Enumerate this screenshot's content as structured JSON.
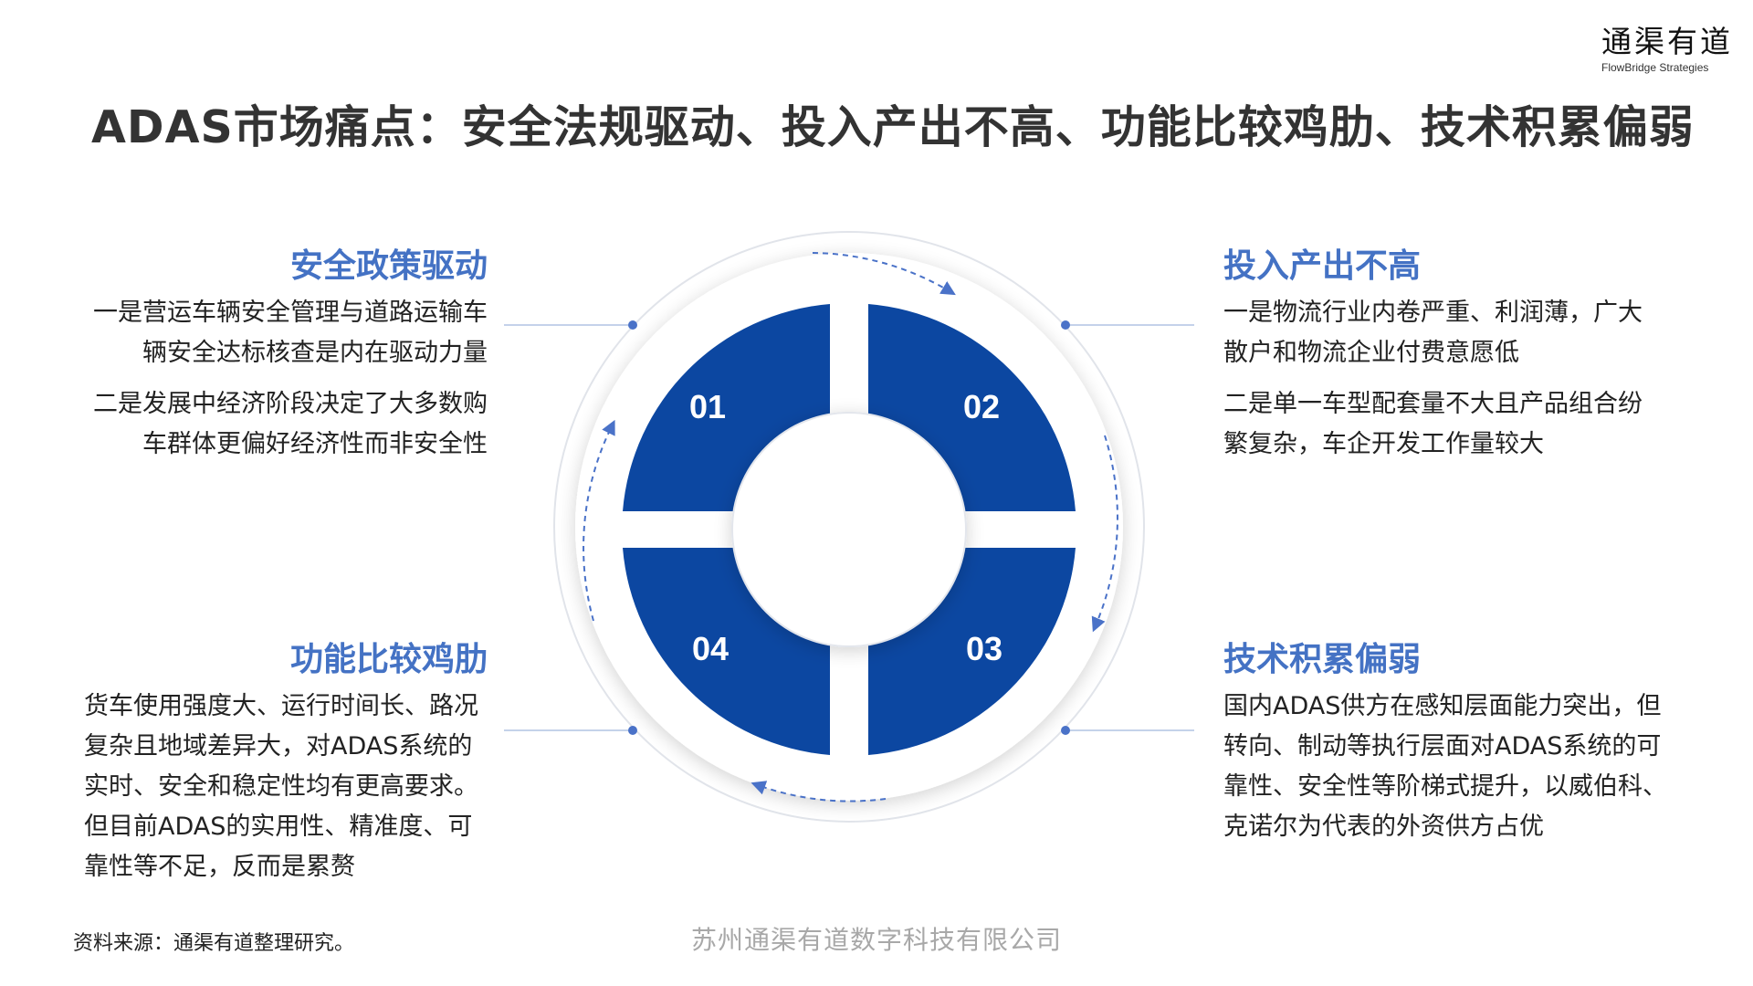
{
  "logo": {
    "cn": "通渠有道",
    "en": "FlowBridge Strategies"
  },
  "title": "ADAS市场痛点：安全法规驱动、投入产出不高、功能比较鸡肋、技术积累偏弱",
  "segments": [
    {
      "num": "01"
    },
    {
      "num": "02"
    },
    {
      "num": "03"
    },
    {
      "num": "04"
    }
  ],
  "blocks": {
    "safety": {
      "heading": "安全政策驱动",
      "p1": "一是营运车辆安全管理与道路运输车辆安全达标核查是内在驱动力量",
      "p2": "二是发展中经济阶段决定了大多数购车群体更偏好经济性而非安全性"
    },
    "roi": {
      "heading": "投入产出不高",
      "p1": "一是物流行业内卷严重、利润薄，广大散户和物流企业付费意愿低",
      "p2": "二是单一车型配套量不大且产品组合纷繁复杂，车企开发工作量较大"
    },
    "function": {
      "heading": "功能比较鸡肋",
      "p1": "货车使用强度大、运行时间长、路况复杂且地域差异大，对ADAS系统的实时、安全和稳定性均有更高要求。但目前ADAS的实用性、精准度、可靠性等不足，反而是累赘"
    },
    "tech": {
      "heading": "技术积累偏弱",
      "p1": "国内ADAS供方在感知层面能力突出，但转向、制动等执行层面对ADAS系统的可靠性、安全性等阶梯式提升，以威伯科、克诺尔为代表的外资供方占优"
    }
  },
  "footer": {
    "source": "资料来源：通渠有道整理研究。",
    "company": "苏州通渠有道数字科技有限公司"
  },
  "colors": {
    "segment": "#0c47a1",
    "heading": "#4472c4",
    "line": "#8aa4d6"
  }
}
